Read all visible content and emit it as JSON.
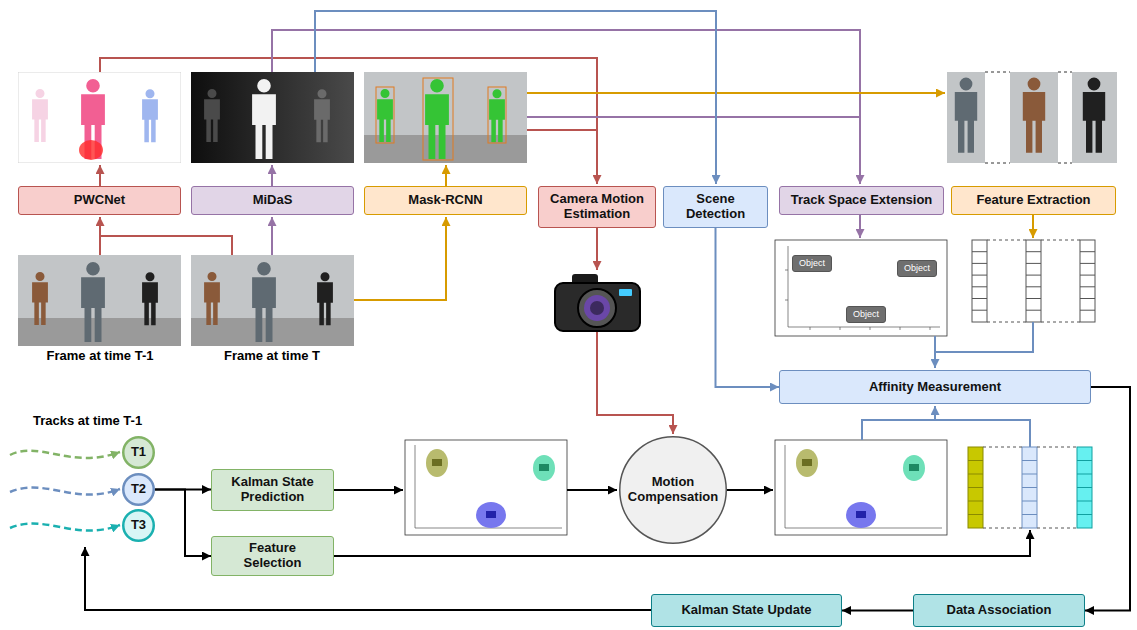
{
  "diagram": {
    "nodes": [
      {
        "text": [
          "PWCNet"
        ]
      },
      {
        "text": [
          "MiDaS"
        ]
      },
      {
        "text": [
          "Mask-RCNN"
        ]
      },
      {
        "text": [
          "Camera Motion Estimation"
        ]
      },
      {
        "text": [
          "Scene Detection"
        ]
      },
      {
        "text": [
          "Track Space Extension"
        ]
      },
      {
        "text": [
          "Feature Extraction"
        ]
      },
      {
        "text": [
          "Object"
        ]
      },
      {
        "text": [
          "Object"
        ]
      },
      {
        "text": [
          "Object"
        ]
      },
      {
        "text": [
          "Affinity Measurement"
        ]
      },
      {
        "text": [
          "T1"
        ]
      },
      {
        "text": [
          "T2"
        ]
      },
      {
        "text": [
          "T3"
        ]
      },
      {
        "text": [
          "Kalman State Prediction"
        ]
      },
      {
        "text": [
          "Motion Compensation"
        ]
      },
      {
        "text": [
          "Feature Selection"
        ]
      },
      {
        "text": [
          "Kalman State Update"
        ]
      },
      {
        "text": [
          "Data Association"
        ]
      }
    ],
    "edges": [
      {
        "from": 4,
        "to": 10,
        "arrow": "to"
      },
      {
        "from": 12,
        "to": 14,
        "arrow": "to"
      },
      {
        "from": 12,
        "to": 16,
        "arrow": "to"
      },
      {
        "from": 10,
        "to": 18,
        "arrow": "to"
      },
      {
        "from": 18,
        "to": 17,
        "arrow": "to"
      }
    ],
    "labels": [
      "Frame at time T-1",
      "Frame at time T",
      "Tracks at time T-1"
    ]
  }
}
